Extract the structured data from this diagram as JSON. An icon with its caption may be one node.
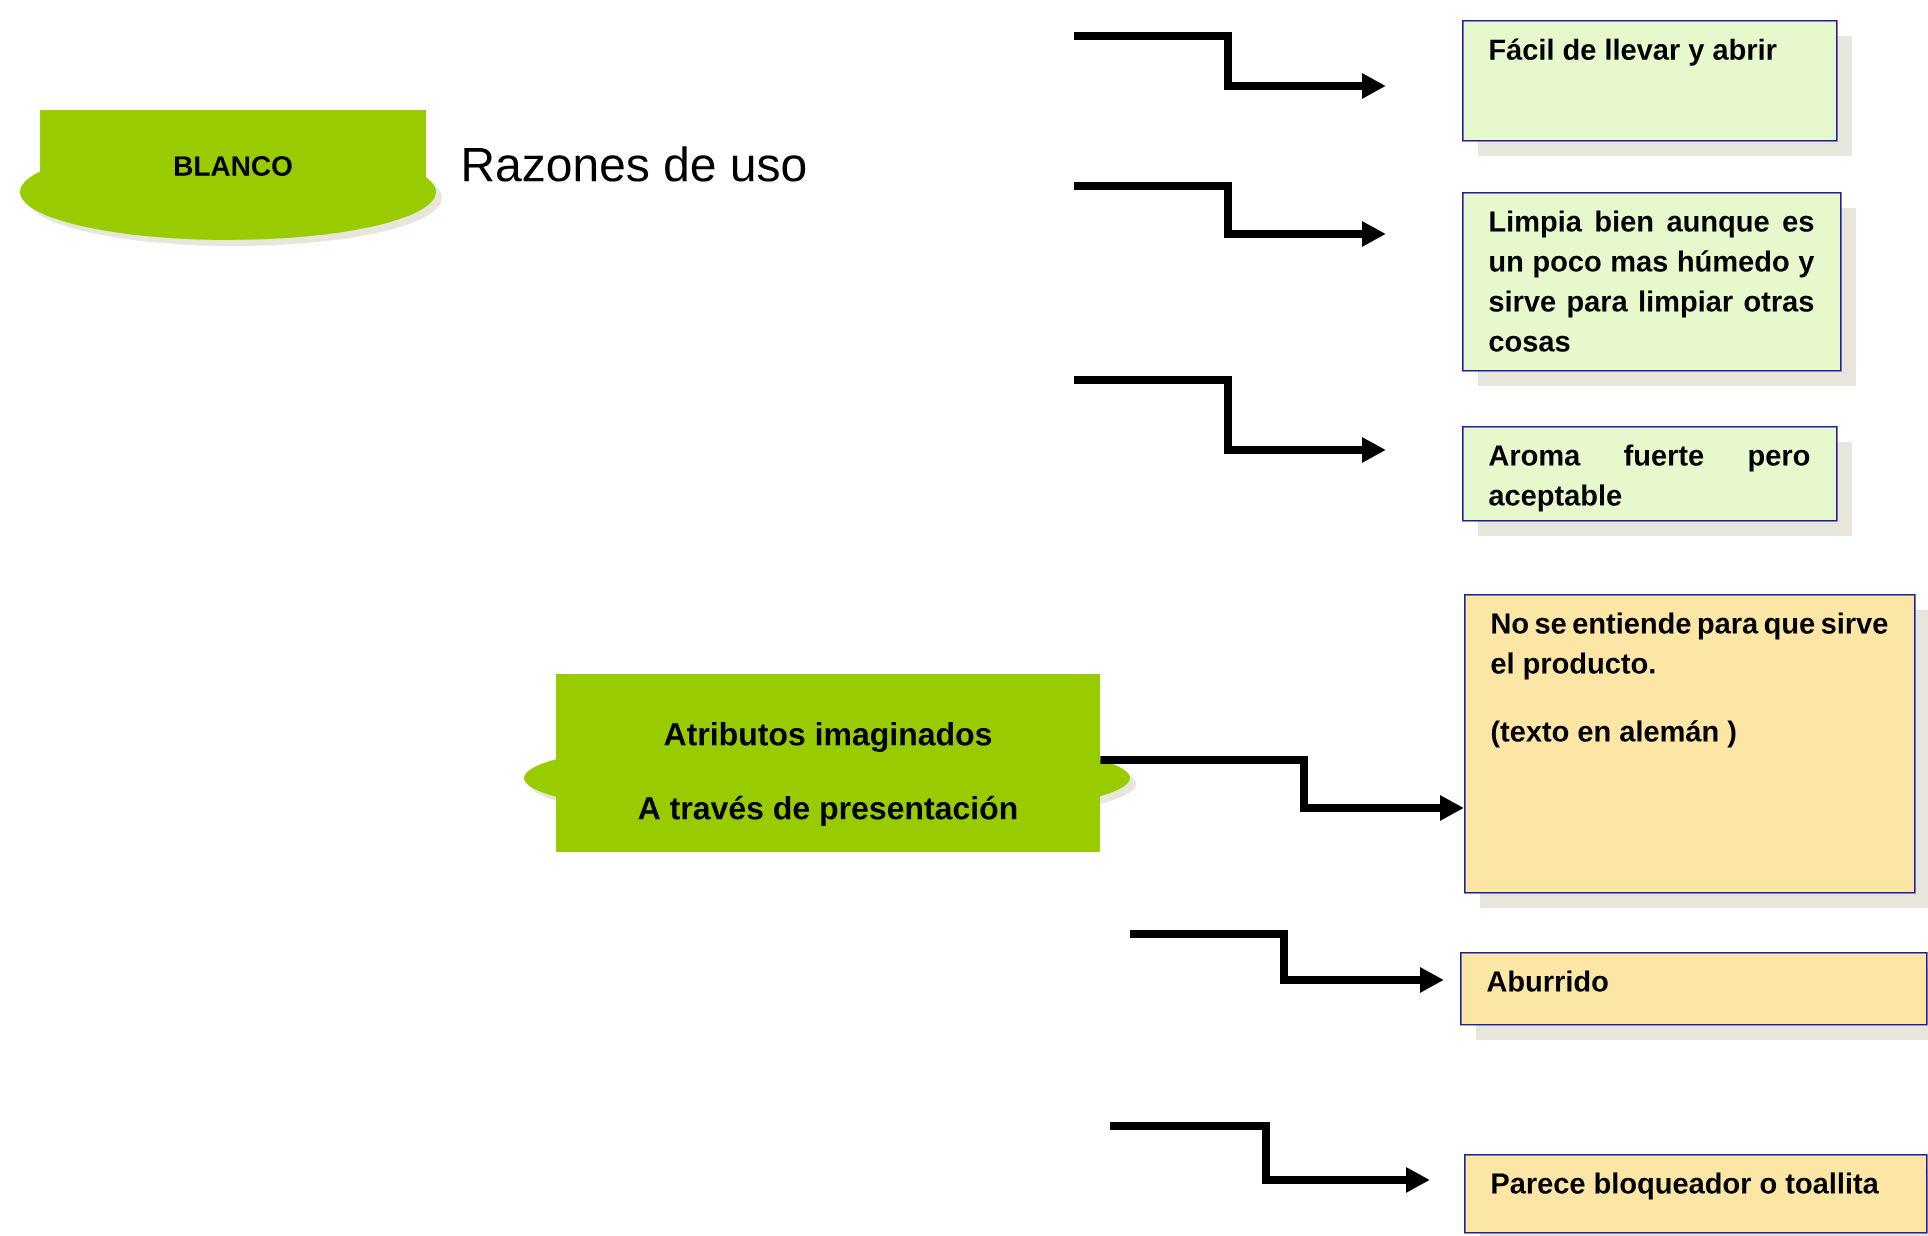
{
  "diagram": {
    "nodes": [
      {
        "text": [
          "BLANCO"
        ]
      },
      {
        "text": [
          "Atributos imaginados",
          "A través de presentación"
        ]
      },
      {
        "text": [
          "Fácil de llevar y abrir"
        ]
      },
      {
        "text": [
          "Limpia bien aunque es un poco mas húmedo y sirve para limpiar otras cosas"
        ]
      },
      {
        "text": [
          "Aroma fuerte pero aceptable"
        ]
      },
      {
        "text": [
          "No se entiende para que sirve el producto.",
          "(texto en alemán )"
        ]
      },
      {
        "text": [
          "Aburrido"
        ]
      },
      {
        "text": [
          "Parece bloqueador o toallita"
        ]
      }
    ],
    "edges": [
      {
        "from": null,
        "to": 2,
        "arrow": "to"
      },
      {
        "from": null,
        "to": 3,
        "arrow": "to"
      },
      {
        "from": null,
        "to": 4,
        "arrow": "to"
      },
      {
        "from": 1,
        "to": 5,
        "arrow": "to"
      },
      {
        "from": null,
        "to": 6,
        "arrow": "to"
      },
      {
        "from": null,
        "to": 7,
        "arrow": "to"
      }
    ],
    "labels": [
      "Razones de uso"
    ]
  }
}
